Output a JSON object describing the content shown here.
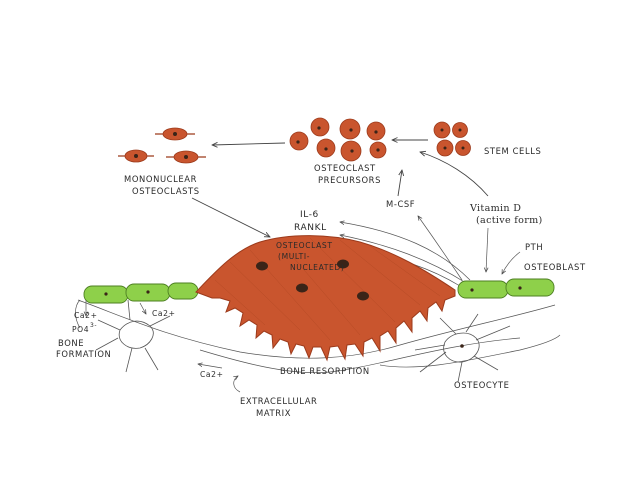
{
  "colors": {
    "osteoclast": "#c9552e",
    "osteoclast_dark": "#9c3a1b",
    "osteoblast": "#8ed04a",
    "osteoblast_dark": "#4d7f22",
    "nucleus": "#3a2418"
  },
  "labels": {
    "mononuclear_1": "MONONUCLEAR",
    "mononuclear_2": "OSTEOCLASTS",
    "precursors_1": "OSTEOCLAST",
    "precursors_2": "PRECURSORS",
    "stem_cells": "STEM CELLS",
    "il6": "IL-6",
    "rankl": "RANKL",
    "mcsf": "M-CSF",
    "vitd_1": "Vitamin D",
    "vitd_2": "(active form)",
    "pth": "PTH",
    "osteoblast": "OSTEOBLAST",
    "oc_multi_1": "OSTEOCLAST",
    "oc_multi_2": "(MULTI-",
    "oc_multi_3": "NUCLEATED)",
    "ca_left": "Ca2+",
    "po4": "PO4",
    "po4_sup": "3-",
    "ca_mid": "Ca2+",
    "bone_formation_1": "BONE",
    "bone_formation_2": "FORMATION",
    "ca_bottom": "Ca2+",
    "bone_resorption": "BONE RESORPTION",
    "ecm_1": "EXTRACELLULAR",
    "ecm_2": "MATRIX",
    "osteocyte": "OSTEOCYTE"
  }
}
